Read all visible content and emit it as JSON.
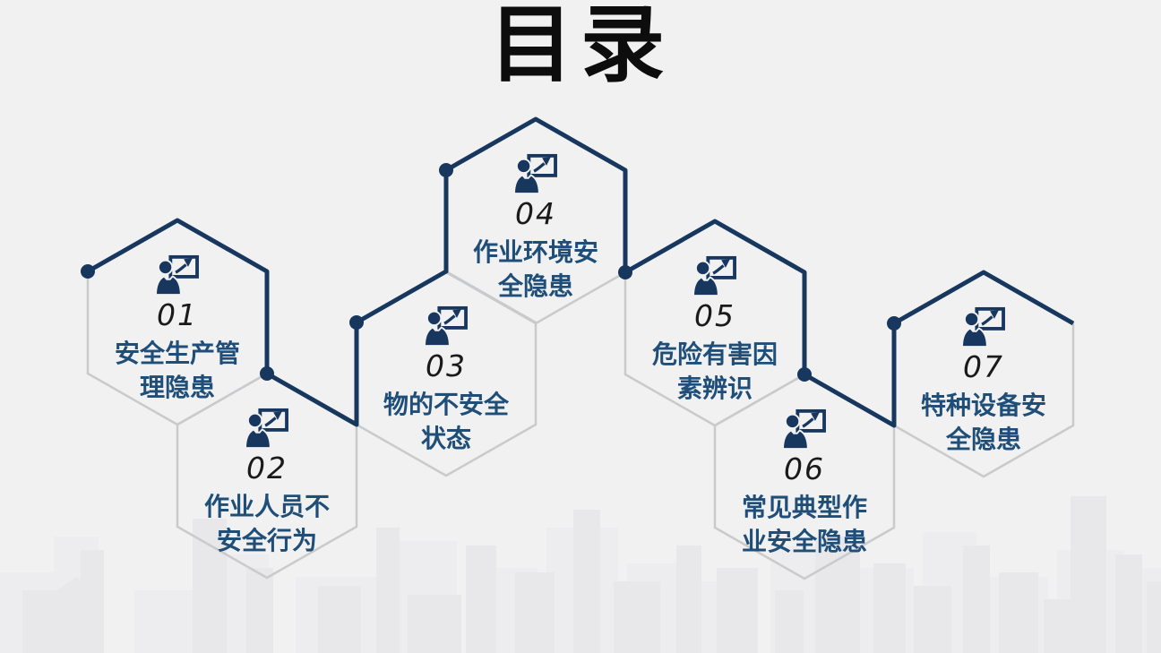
{
  "slide": {
    "title": "目录"
  },
  "colors": {
    "background": "#f1f1f2",
    "accent_navy": "#17375e",
    "label_blue": "#1f4e79",
    "title_black": "#0d0d0d",
    "hex_border_gray": "#c9cacb"
  },
  "items": [
    {
      "number": "01",
      "label": "安全生产管理隐患",
      "icon": "presenter-icon"
    },
    {
      "number": "02",
      "label": "作业人员不安全行为",
      "icon": "presenter-icon"
    },
    {
      "number": "03",
      "label": "物的不安全状态",
      "icon": "presenter-icon"
    },
    {
      "number": "04",
      "label": "作业环境安全隐患",
      "icon": "presenter-icon"
    },
    {
      "number": "05",
      "label": "危险有害因素辨识",
      "icon": "presenter-icon"
    },
    {
      "number": "06",
      "label": "常见典型作业安全隐患",
      "icon": "presenter-icon"
    },
    {
      "number": "07",
      "label": "特种设备安全隐患",
      "icon": "presenter-icon"
    }
  ]
}
